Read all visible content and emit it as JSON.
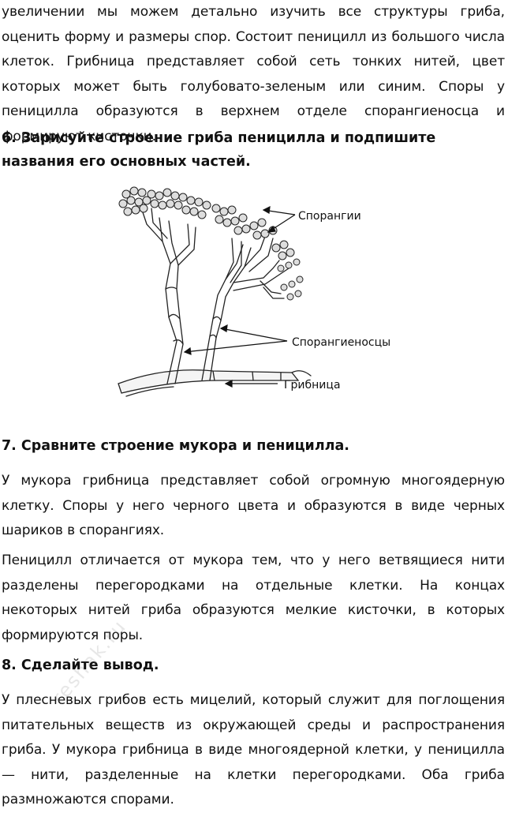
{
  "intro_paragraph": "увеличении мы можем детально изучить все структуры гриба, оценить форму и размеры спор. Состоит пеницилл из большого числа клеток. Грибница представляет собой сеть тонких нитей, цвет которых может быть голубовато-зеленым или синим. Споры у пеницилла образуются в верхнем отделе спорангиеносца и формируют кисточки.",
  "task6": {
    "title": "6. Зарисуйте строение гриба пеницилла и подпишите названия его основных частей."
  },
  "figure": {
    "labels": {
      "sporangia": "Спорангии",
      "sporangiophores": "Спорангиеносцы",
      "mycelium": "Грибница"
    }
  },
  "task7": {
    "title": "7. Сравните строение мукора и пеницилла.",
    "paragraph1": "У мукора грибница представляет собой огромную многоядерную клетку. Споры у него черного цвета и образуются в виде черных шариков в спорангиях.",
    "paragraph2": "Пеницилл отличается от мукора тем, что у него ветвящиеся нити разделены перегородками на отдельные клетки. На концах некоторых нитей гриба образуются мелкие кисточки, в которых формируются поры."
  },
  "task8": {
    "title": "8. Сделайте вывод.",
    "paragraph": "У плесневых грибов есть мицелий, который служит для поглощения питательных веществ из окружающей среды и распространения гриба. У мукора грибница в виде многоядерной клетки, у пеницилла — нити, разделенные на клетки перегородками. Оба гриба размножаются спорами."
  },
  "watermark": "reshak.ru"
}
